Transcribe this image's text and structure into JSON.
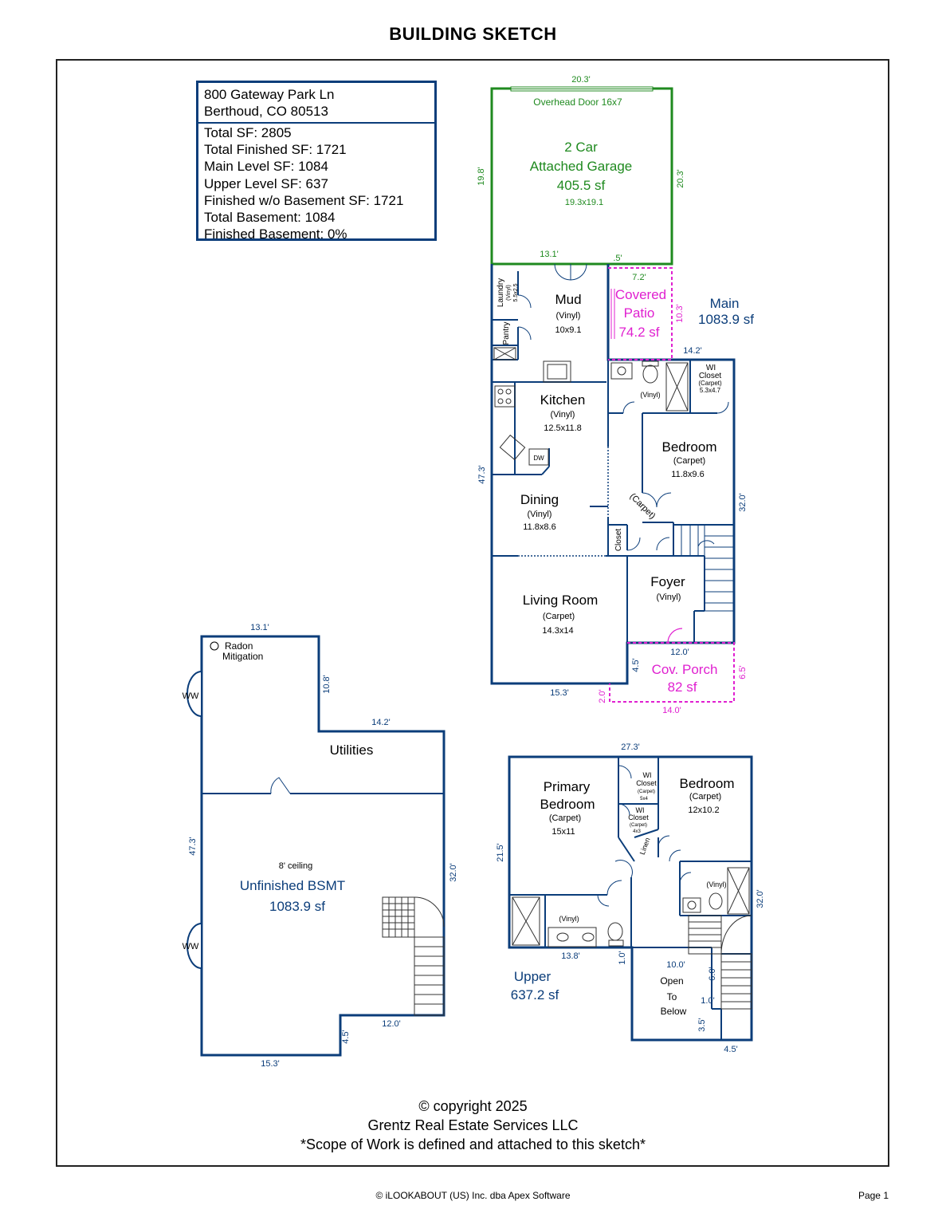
{
  "page_title": "BUILDING SKETCH",
  "info": {
    "address_line1": "800 Gateway Park Ln",
    "address_line2": "Berthoud, CO 80513",
    "stats": [
      "Total SF: 2805",
      "Total Finished SF: 1721",
      "Main Level SF: 1084",
      "Upper Level SF: 637",
      "Finished w/o Basement SF: 1721",
      "Total Basement: 1084",
      "Finished Basement: 0%"
    ]
  },
  "colors": {
    "wall": "#0b3d7a",
    "garage": "#1f8a1f",
    "patio": "#e020d0",
    "fixture": "#333333"
  },
  "garage": {
    "title1": "2 Car",
    "title2": "Attached Garage",
    "area": "405.5 sf",
    "dims": "19.3x19.1",
    "door": "Overhead Door 16x7",
    "top_dim": "20.3'",
    "left_dim": "19.8'",
    "right_dim": "20.3'",
    "bottom_dim": "13.1'",
    "bottom_small_dim": ".5'"
  },
  "patio": {
    "title1": "Covered",
    "title2": "Patio",
    "area": "74.2 sf",
    "top_dim": "7.2'",
    "side_dim": "10.3'"
  },
  "main": {
    "label": "Main",
    "area": "1083.9 sf",
    "dims": {
      "top": "14.2'",
      "left": "47.3'",
      "right": "32.0'",
      "bottom": "15.3'",
      "porch_top": "12.0'",
      "porch_side": "4.5'"
    },
    "rooms": {
      "mud": {
        "name": "Mud",
        "floor": "(Vinyl)",
        "size": "10x9.1"
      },
      "laundry": {
        "name": "Laundry",
        "floor": "(Vinyl)",
        "size": "5.5x2.5"
      },
      "pantry": {
        "name": "Pantry"
      },
      "kitchen": {
        "name": "Kitchen",
        "floor": "(Vinyl)",
        "size": "12.5x11.8"
      },
      "dw": "DW",
      "dining": {
        "name": "Dining",
        "floor": "(Vinyl)",
        "size": "11.8x8.6"
      },
      "living": {
        "name": "Living Room",
        "floor": "(Carpet)",
        "size": "14.3x14"
      },
      "bath_floor": "(Vinyl)",
      "wi_closet": {
        "name1": "WI",
        "name2": "Closet",
        "floor": "(Carpet)",
        "size": "5.3x4.7"
      },
      "bedroom": {
        "name": "Bedroom",
        "floor": "(Carpet)",
        "size": "11.8x9.6"
      },
      "hall": "(Carpet)",
      "closet": "Closet",
      "foyer": {
        "name": "Foyer",
        "floor": "(Vinyl)"
      }
    }
  },
  "porch": {
    "title": "Cov. Porch",
    "area": "82 sf",
    "bottom_dim": "14.0'",
    "side_dim": "6.5'",
    "left_dim": "2.0'"
  },
  "basement": {
    "radon1": "Radon",
    "radon2": "Mitigation",
    "ww": "WW",
    "utilities": "Utilities",
    "ceiling": "8' ceiling",
    "title": "Unfinished BSMT",
    "area": "1083.9 sf",
    "dims": {
      "top": "13.1'",
      "notch_side": "10.8'",
      "upper_right": "14.2'",
      "left": "47.3'",
      "right": "32.0'",
      "bottom_right": "12.0'",
      "notch_bottom": "4.5'",
      "bottom": "15.3'"
    }
  },
  "upper": {
    "label": "Upper",
    "area": "637.2 sf",
    "dims": {
      "top": "27.3'",
      "left": "21.5'",
      "right": "32.0'",
      "bottom_left": "13.8'",
      "small_1": "1.0'",
      "open_top": "10.0'",
      "open_side1": "6.0'",
      "open_side2": "1.0'",
      "open_side3": "3.5'",
      "open_bottom": "4.5'"
    },
    "rooms": {
      "primary": {
        "name1": "Primary",
        "name2": "Bedroom",
        "floor": "(Carpet)",
        "size": "15x11"
      },
      "wi1": {
        "name1": "WI",
        "name2": "Closet",
        "floor": "(Carpet)",
        "size": "5x4"
      },
      "wi2": {
        "name1": "WI",
        "name2": "Closet",
        "floor": "(Carpet)",
        "size": "4x3"
      },
      "linen": "Linen",
      "bedroom": {
        "name": "Bedroom",
        "floor": "(Carpet)",
        "size": "12x10.2"
      },
      "bath1_floor": "(Vinyl)",
      "bath2_floor": "(Vinyl)",
      "open1": "Open",
      "open2": "To",
      "open3": "Below"
    }
  },
  "footer": {
    "copyright": "© copyright 2025",
    "company": "Grentz Real Estate Services LLC",
    "scope": "*Scope of Work is defined and attached to this sketch*",
    "software": "© iLOOKABOUT (US) Inc. dba Apex Software",
    "page": "Page 1"
  }
}
